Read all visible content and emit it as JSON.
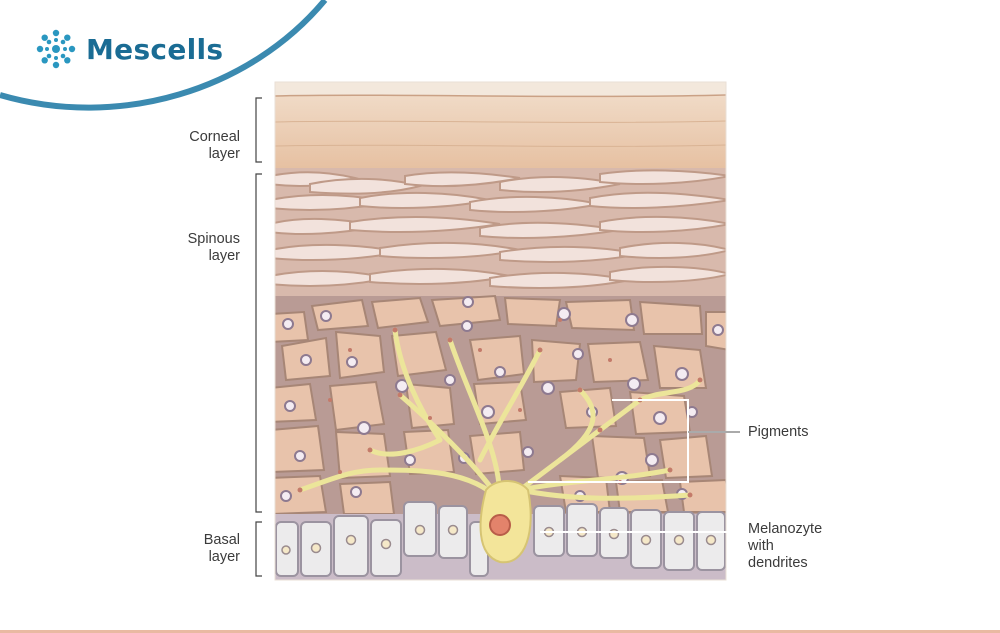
{
  "brand": {
    "name": "Mescells",
    "accent": "#1a6c94"
  },
  "layers": [
    {
      "line1": "Corneal",
      "line2": "layer"
    },
    {
      "line1": "Spinous",
      "line2": "layer"
    },
    {
      "line1": "Basal",
      "line2": "layer"
    }
  ],
  "callouts": {
    "pigments": "Pigments",
    "melanocyte": {
      "line1": "Melanozyte",
      "line2": "with",
      "line3": "dendrites"
    }
  },
  "colors": {
    "corneal": "#eac9ae",
    "spinous_flat": "#f1e0d8",
    "spinous_cell": "#e7c2aa",
    "basal_cell": "#ebe9ea",
    "melanocyte": "#f3e59a",
    "nucleus_melanocyte": "#e3836b"
  }
}
